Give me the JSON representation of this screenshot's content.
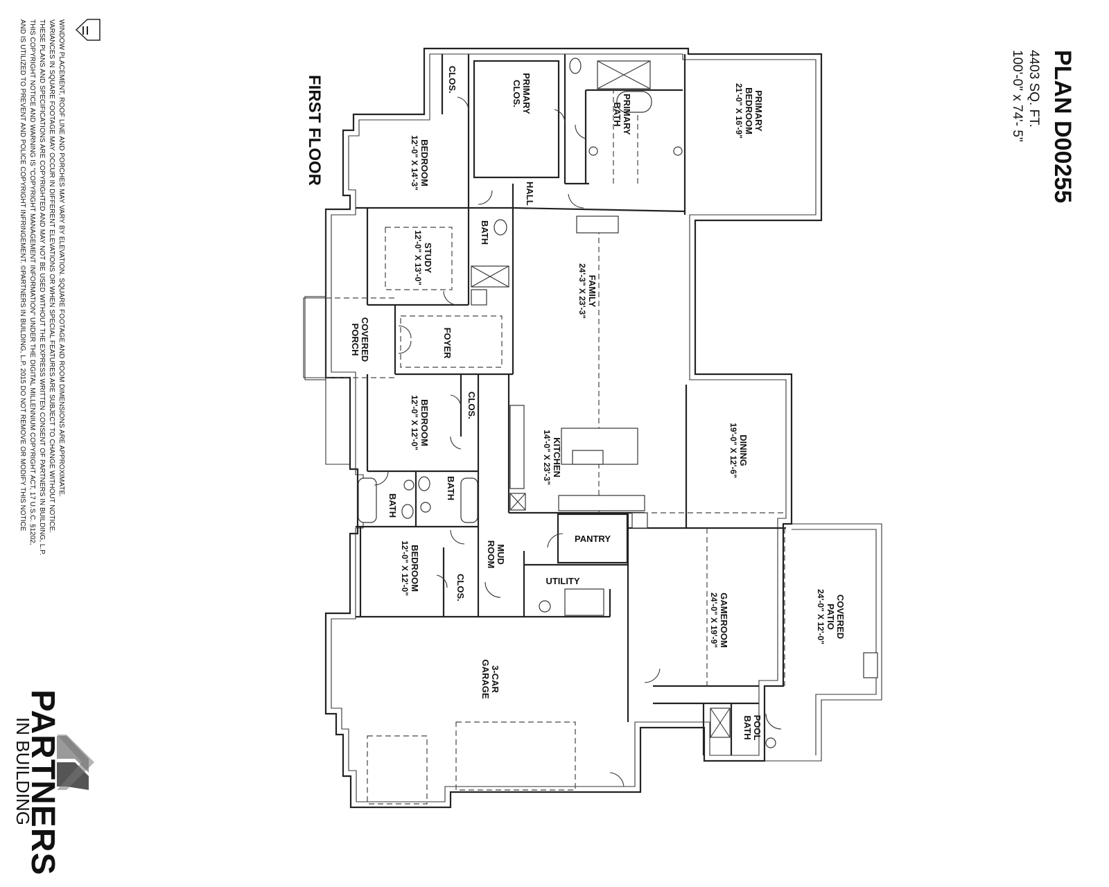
{
  "plan": {
    "title": "PLAN D00255",
    "sqft": "4403 SQ. FT.",
    "dims": "100'-0\" x 74'- 5\""
  },
  "floor_label": "FIRST FLOOR",
  "rooms": [
    {
      "id": "primary-bedroom",
      "name": [
        "PRIMARY",
        "BEDROOM"
      ],
      "dims": "21'-0\" X 16'-9\""
    },
    {
      "id": "primary-clos",
      "name": [
        "PRIMARY",
        "CLOS."
      ],
      "dims": ""
    },
    {
      "id": "primary-bath",
      "name": [
        "PRIMARY",
        "BATH"
      ],
      "dims": ""
    },
    {
      "id": "clos-1",
      "name": [
        "CLOS."
      ],
      "dims": ""
    },
    {
      "id": "bedroom-1",
      "name": [
        "BEDROOM"
      ],
      "dims": "12'-0\" X 14'-3\""
    },
    {
      "id": "hall",
      "name": [
        "HALL"
      ],
      "dims": ""
    },
    {
      "id": "bath-1",
      "name": [
        "BATH"
      ],
      "dims": ""
    },
    {
      "id": "study",
      "name": [
        "STUDY"
      ],
      "dims": "12'-0\" X 13'-0\""
    },
    {
      "id": "family",
      "name": [
        "FAMILY"
      ],
      "dims": "24'-3\" X 23'-3\""
    },
    {
      "id": "foyer",
      "name": [
        "FOYER"
      ],
      "dims": ""
    },
    {
      "id": "covered-porch",
      "name": [
        "COVERED",
        "PORCH"
      ],
      "dims": ""
    },
    {
      "id": "bedroom-2",
      "name": [
        "BEDROOM"
      ],
      "dims": "12'-0\" X 12'-0\""
    },
    {
      "id": "clos-2",
      "name": [
        "CLOS."
      ],
      "dims": ""
    },
    {
      "id": "kitchen",
      "name": [
        "KITCHEN"
      ],
      "dims": "14'-0\" X 23'-3\""
    },
    {
      "id": "dining",
      "name": [
        "DINING"
      ],
      "dims": "19'-0\" X 12'-6\""
    },
    {
      "id": "bath-2",
      "name": [
        "BATH"
      ],
      "dims": ""
    },
    {
      "id": "bath-3",
      "name": [
        "BATH"
      ],
      "dims": ""
    },
    {
      "id": "mud-room",
      "name": [
        "MUD",
        "ROOM"
      ],
      "dims": ""
    },
    {
      "id": "pantry",
      "name": [
        "PANTRY"
      ],
      "dims": ""
    },
    {
      "id": "bedroom-3",
      "name": [
        "BEDROOM"
      ],
      "dims": "12'-0\" X 12'-0\""
    },
    {
      "id": "clos-3",
      "name": [
        "CLOS."
      ],
      "dims": ""
    },
    {
      "id": "utility",
      "name": [
        "UTILITY"
      ],
      "dims": ""
    },
    {
      "id": "gameroom",
      "name": [
        "GAMEROOM"
      ],
      "dims": "24'-0\" X 19'-9\""
    },
    {
      "id": "covered-patio",
      "name": [
        "COVERED",
        "PATIO"
      ],
      "dims": "24'-0\" X 12'-0\""
    },
    {
      "id": "garage",
      "name": [
        "3-CAR",
        "GARAGE"
      ],
      "dims": ""
    },
    {
      "id": "pool-bath",
      "name": [
        "POOL",
        "BATH"
      ],
      "dims": ""
    }
  ],
  "disclaimer": [
    "WINDOW PLACEMENT, ROOF LINE AND PORCHES MAY VARY BY ELEVATION.  SQUARE FOOTAGE AND ROOM DIMENSIONS ARE APPROXIMATE.",
    "VARIANCES IN SQUARE FOOTAGE MAY OCCUR IN DIFFERENT ELEVATIONS OR WHEN SPECIAL FEATURES ARE SUBJECT TO CHANGE WITHOUT NOTICE.",
    "THESE PLANS AND SPECIFICATIONS ARE COPYRIGHTED AND MAY NOT BE USED WITHOUT THE EXPRESS WRITTEN CONSENT OF PARTNERS IN BUILDING, L.P.",
    "THIS COPYRIGHT NOTICE AND WARNING IS \"COPYRIGHT MANAGEMENT INFORMATION\" UNDER THE DIGITAL MILLENNIUM COPYRIGHT ACT, 17 U.S.C. §1202,",
    "AND IS UTILIZED TO PREVENT AND POLICE COPYRIGHT INFRINGEMENT.  ©PARTNERS IN BUILDING, L.P.   2015   DO NOT REMOVE OR MODIFY THIS NOTICE"
  ],
  "brand": {
    "name": "PARTNERS",
    "sub": "IN BUILDING"
  },
  "icons": [
    "equal-housing-icon",
    "partners-chevron-logo"
  ]
}
